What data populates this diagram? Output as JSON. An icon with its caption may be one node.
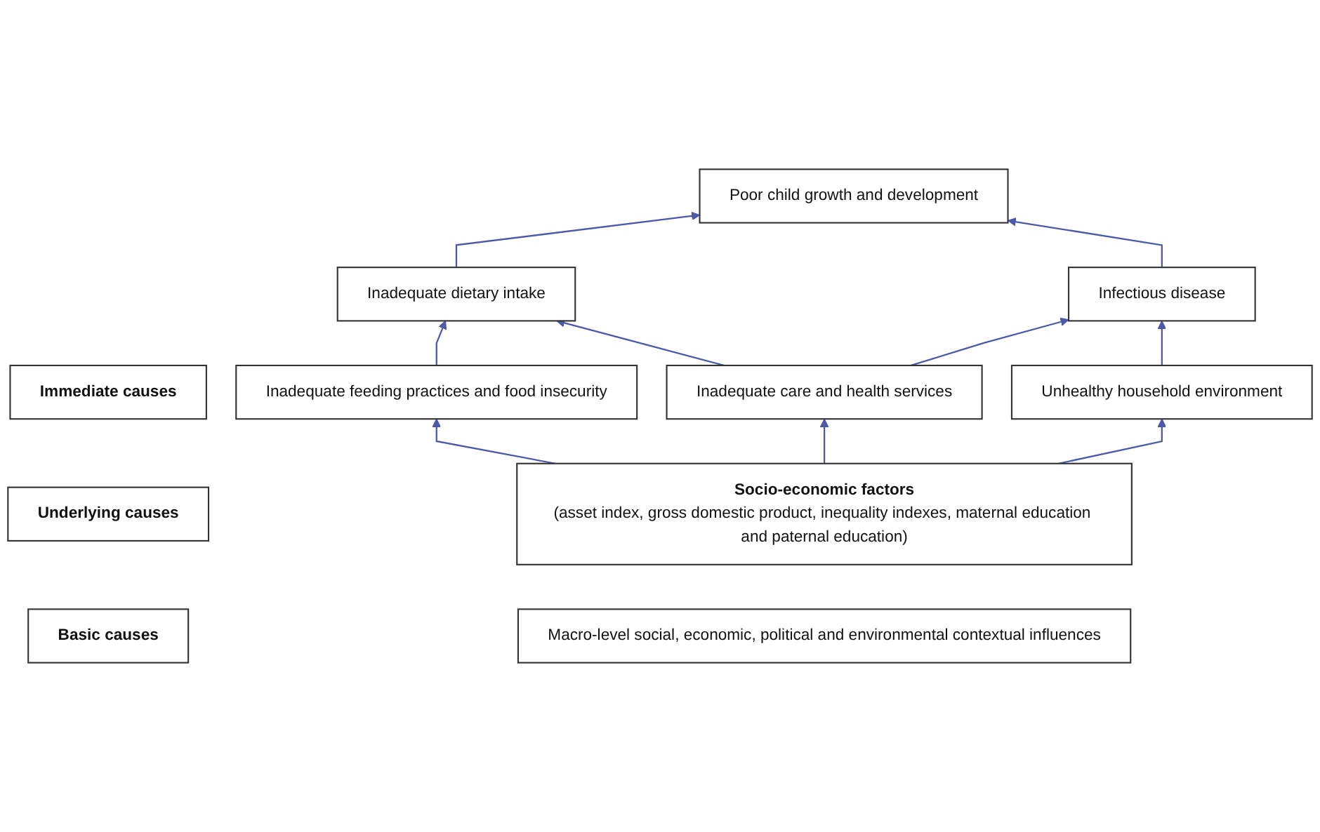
{
  "diagram": {
    "nodes": [
      {
        "text": [
          "Poor child growth and development"
        ]
      },
      {
        "text": [
          "Inadequate dietary intake"
        ]
      },
      {
        "text": [
          "Infectious disease"
        ]
      },
      {
        "text": [
          "Immediate causes"
        ]
      },
      {
        "text": [
          "Inadequate feeding practices and food insecurity"
        ]
      },
      {
        "text": [
          "Inadequate care and health services"
        ]
      },
      {
        "text": [
          "Unhealthy household environment"
        ]
      },
      {
        "text": [
          "Underlying causes"
        ]
      },
      {
        "text": [
          "Socio-economic factors",
          "(asset index, gross domestic product, inequality indexes, maternal education and paternal education)"
        ]
      },
      {
        "text": [
          "Basic causes"
        ]
      },
      {
        "text": [
          "Macro-level social, economic, political and environmental contextual influences"
        ]
      }
    ],
    "edges": [
      {
        "from": 1,
        "to": 0,
        "arrow": "to"
      },
      {
        "from": 2,
        "to": 0,
        "arrow": "to"
      },
      {
        "from": 4,
        "to": 1,
        "arrow": "to"
      },
      {
        "from": 5,
        "to": 1,
        "arrow": "to"
      },
      {
        "from": 5,
        "to": 2,
        "arrow": "to"
      },
      {
        "from": 6,
        "to": 2,
        "arrow": "to"
      },
      {
        "from": 8,
        "to": 4,
        "arrow": "to"
      },
      {
        "from": 8,
        "to": 5,
        "arrow": "to"
      },
      {
        "from": 8,
        "to": 6,
        "arrow": "to"
      }
    ]
  }
}
